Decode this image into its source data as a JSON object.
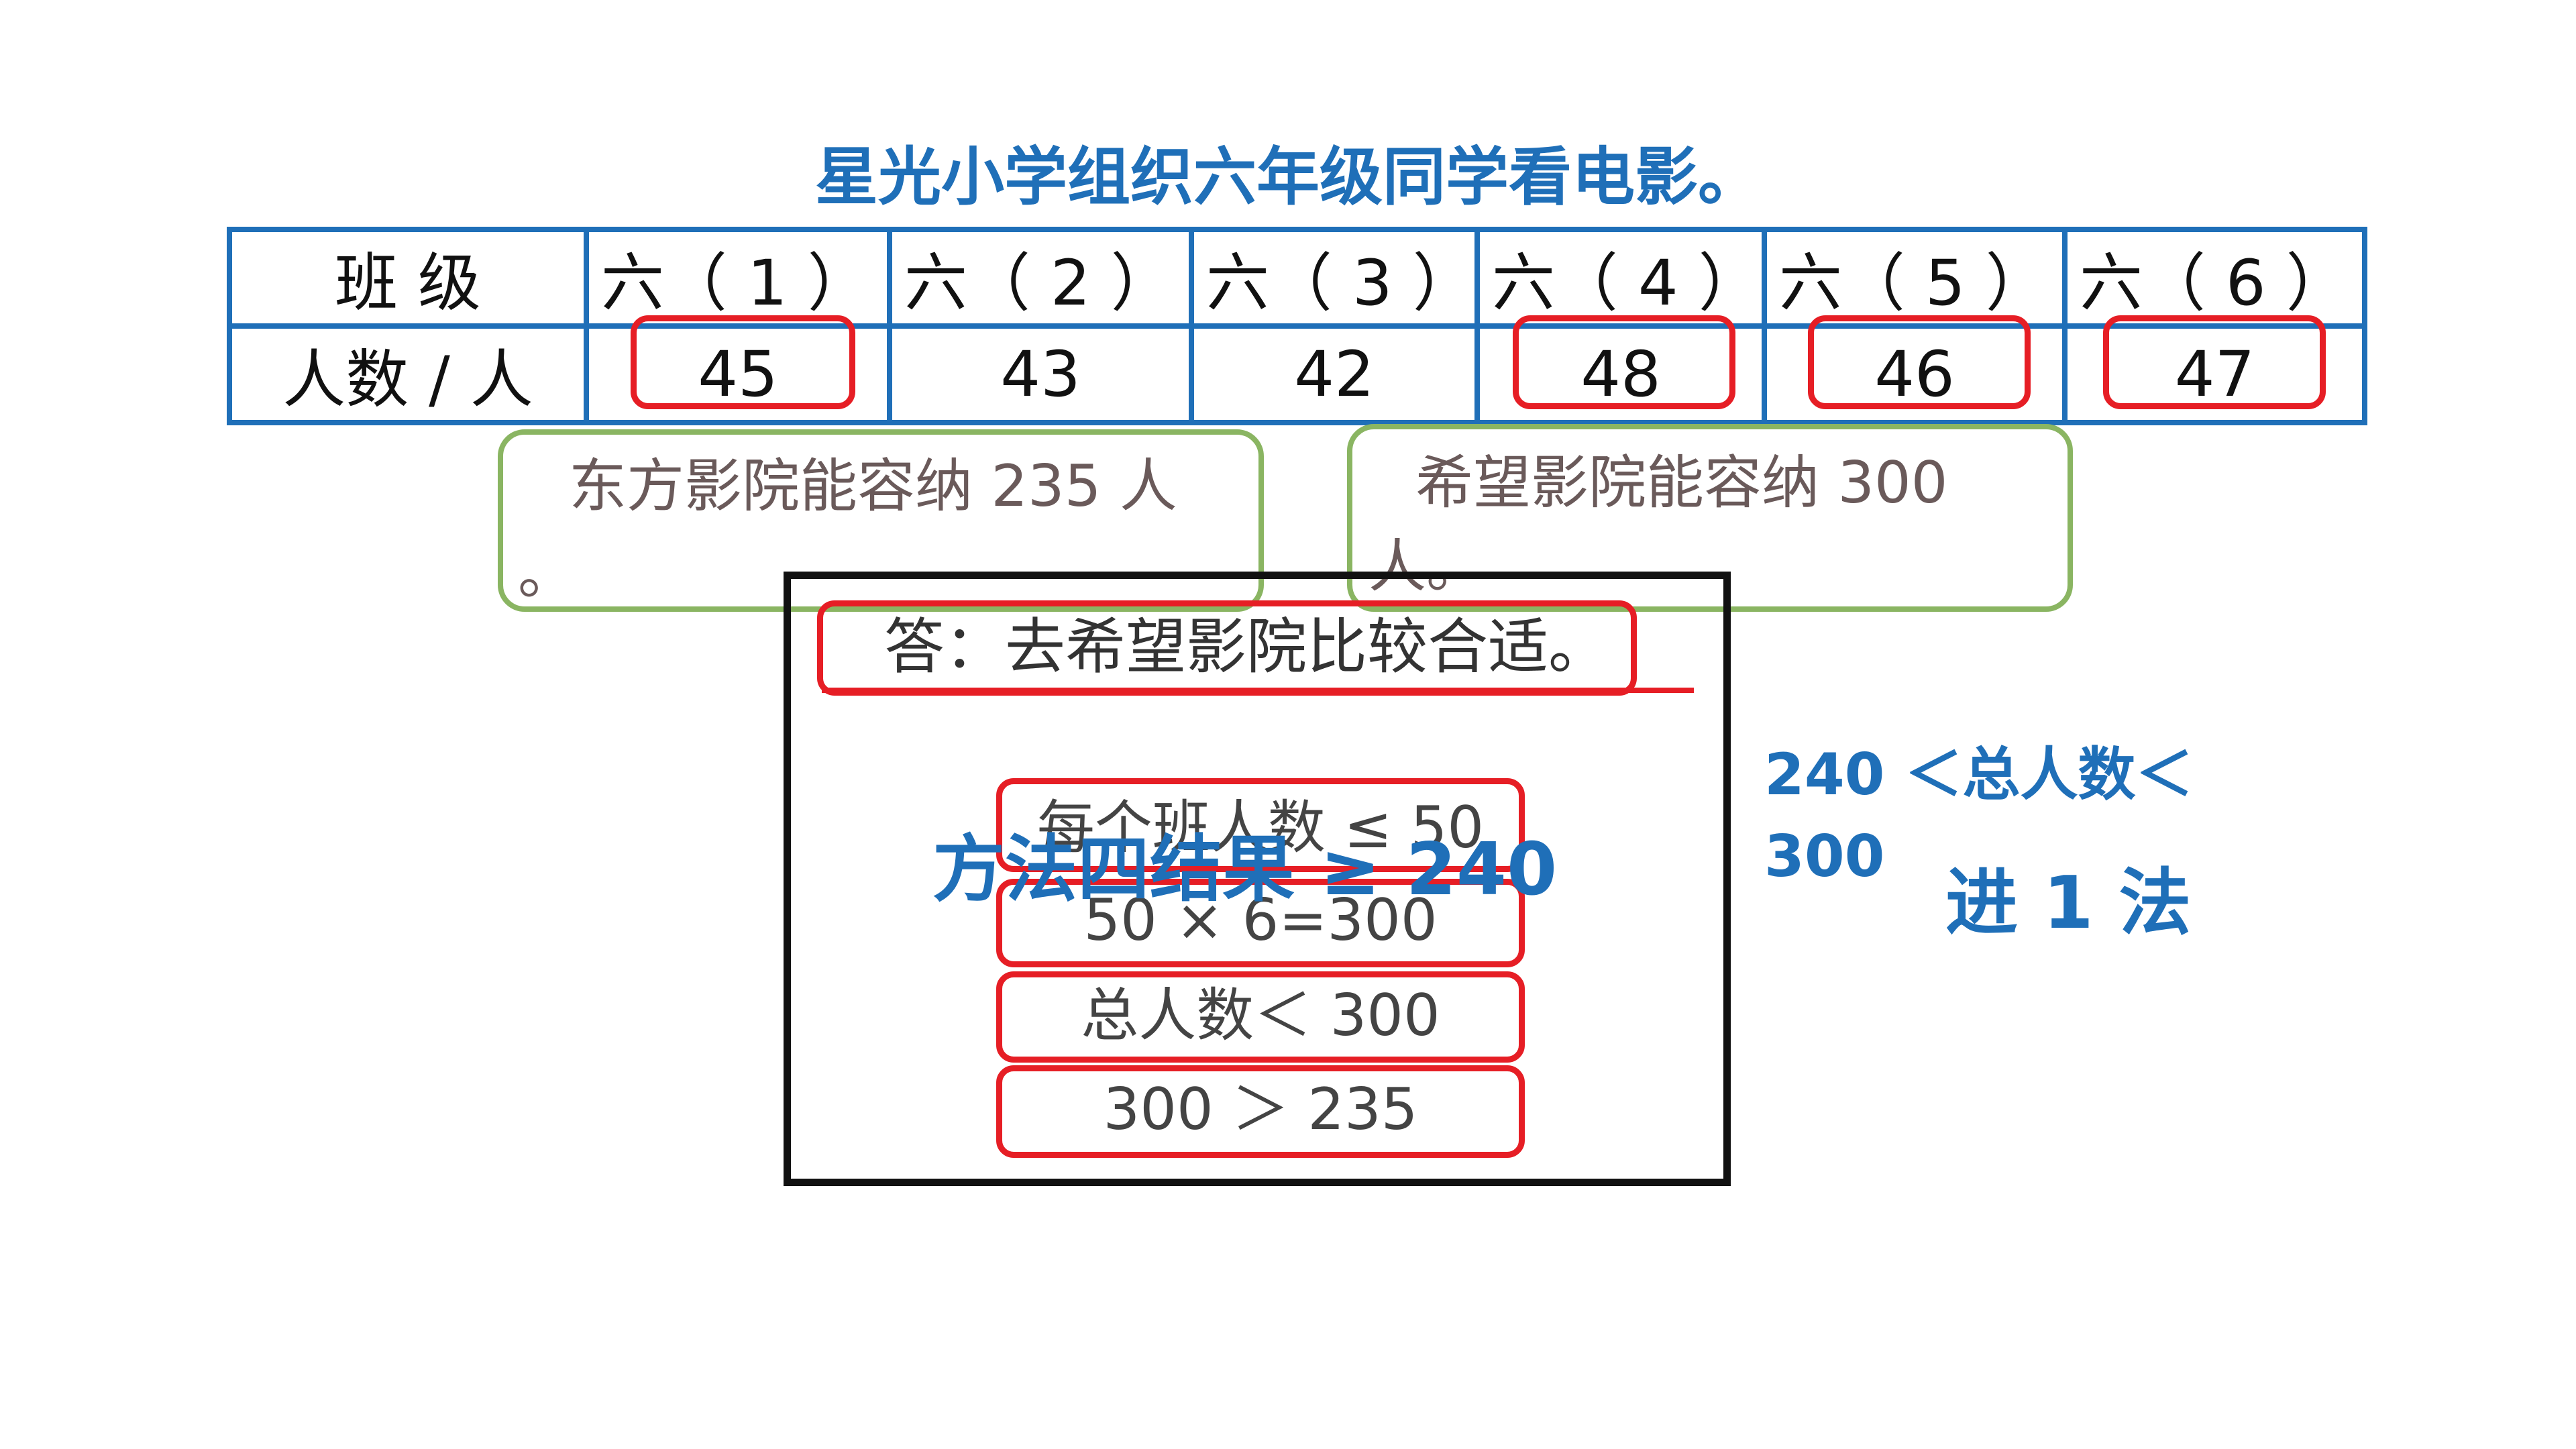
{
  "title": "星光小学组织六年级同学看电影。",
  "table": {
    "header_label": "班 级",
    "row_label": "人数 / 人",
    "classes": [
      "六（ 1 ）",
      "六（ 2 ）",
      "六（ 3 ）",
      "六（ 4 ）",
      "六（ 5 ）",
      "六（ 6 ）"
    ],
    "counts": [
      "45",
      "43",
      "42",
      "48",
      "46",
      "47"
    ],
    "highlighted_counts": [
      "45",
      "48",
      "46",
      "47"
    ]
  },
  "cinemas": {
    "east": {
      "line1": "东方影院能容纳 235 人",
      "line2": "。"
    },
    "hope": {
      "line1": "希望影院能容纳 300",
      "line2": "人。"
    }
  },
  "answer": "答：去希望影院比较合适。",
  "steps": [
    "每个班人数 ≤ 50",
    "50 × 6=300",
    "总人数＜ 300",
    "300 ＞ 235"
  ],
  "overlay_text": "方法四结果 ≥ 240",
  "side_notes": {
    "range_line1": "240 ＜总人数＜",
    "range_line2": "300",
    "method": "进 1 法"
  },
  "colors": {
    "blue": "#1f6fb8",
    "red": "#e61e25",
    "green": "#8ab562",
    "black": "#111111"
  }
}
